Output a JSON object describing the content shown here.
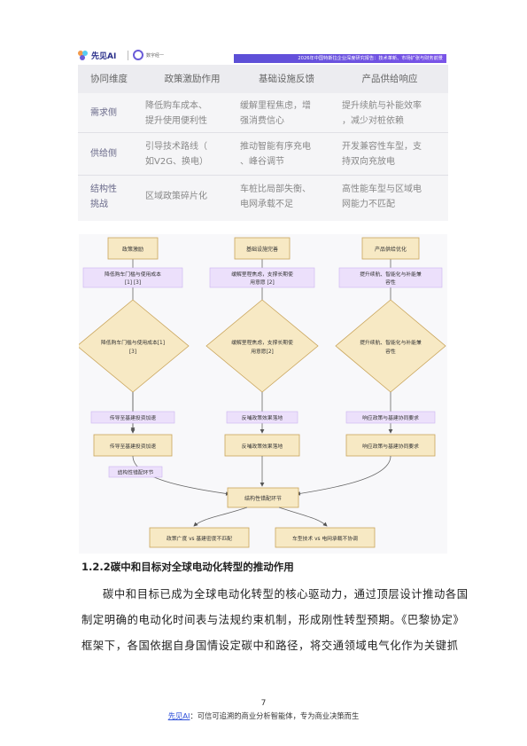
{
  "header": {
    "brand_left": "先见AI",
    "brand_right": "数字经一",
    "title_bar": "2026年中国特斯拉企业深度研究报告：技术革新、市场扩张与财务前景"
  },
  "table": {
    "headers": [
      "协同维度",
      "政策激励作用",
      "基础设施反馈",
      "产品供给响应"
    ],
    "rows": [
      {
        "label": [
          "需求侧"
        ],
        "cells": [
          [
            "降低购车成本、",
            "提升使用便利性"
          ],
          [
            "缓解里程焦虑，增",
            "强消费信心"
          ],
          [
            "提升续航与补能效率",
            "，减少对桩依赖"
          ]
        ]
      },
      {
        "label": [
          "供给侧"
        ],
        "cells": [
          [
            "引导技术路线（",
            "如V2G、换电）"
          ],
          [
            "推动智能有序充电",
            "、峰谷调节"
          ],
          [
            "开发兼容性车型，支",
            "持双向充放电"
          ]
        ]
      },
      {
        "label": [
          "结构性",
          "挑战"
        ],
        "cells": [
          [
            "区域政策碎片化"
          ],
          [
            "车桩比局部失衡、",
            "电网承载不足"
          ],
          [
            "高性能车型与区域电",
            "网能力不匹配"
          ]
        ]
      }
    ]
  },
  "flowchart": {
    "columns": [
      {
        "top": "政策激励",
        "edge1": [
          "降低购车门槛与使用成本",
          "[1]  [3]"
        ],
        "diamond": [
          "降低购车门槛与使用成本[1]",
          "[3]"
        ],
        "edge2": "传导至基建投资加速",
        "bottom": "传导至基建投资加速"
      },
      {
        "top": "基础设施完善",
        "edge1": [
          "缓解里程焦虑，支撑长期使",
          "用意愿  [2]"
        ],
        "diamond": [
          "缓解里程焦虑，支撑长期使",
          "用意愿[2]"
        ],
        "edge2": "反哺政策效果落地",
        "bottom": "反哺政策效果落地"
      },
      {
        "top": "产品供给优化",
        "edge1": [
          "提升续航、智能化与补能兼",
          "容性"
        ],
        "diamond": [
          "提升续航、智能化与补能兼",
          "容性"
        ],
        "edge2": "响应政策与基建协同要求",
        "bottom": "响应政策与基建协同要求"
      }
    ],
    "merge_edge_label": "结构性错配环节",
    "merge_node": "结构性错配环节",
    "outcomes": [
      "政策广度 vs 基建密度不匹配",
      "车型技术 vs 电网承载不协调"
    ]
  },
  "section": {
    "title": "1.2.2碳中和目标对全球电动化转型的推动作用",
    "paragraph": [
      "碳中和目标已成为全球电动化转型的核心驱动力，通过顶层设计推动各国",
      "制定明确的电动化时间表与法规约束机制，形成刚性转型预期。《巴黎协定》",
      "框架下，各国依据自身国情设定碳中和路径，将交通领域电气化作为关键抓"
    ]
  },
  "footer": {
    "page_number": "7",
    "brand": "先见AI",
    "tagline": "：可信可追溯的商业分析智能体，专为商业决策而生"
  },
  "colors": {
    "accent": "#6a5cd8",
    "node_fill": "#f7e9c4",
    "node_border": "#c9a45a",
    "edge_label_fill": "#ece0fb",
    "edge_label_border": "#cdb4f0"
  }
}
